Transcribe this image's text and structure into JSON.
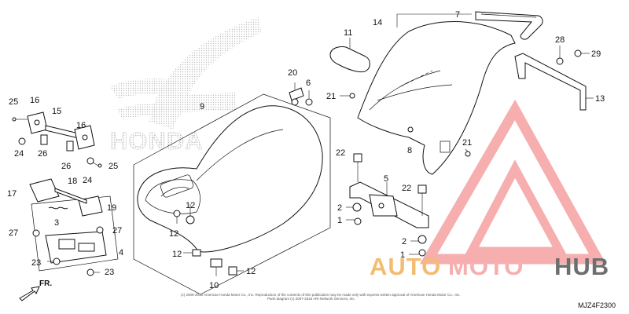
{
  "diagram": {
    "callouts": [
      {
        "id": "c25a",
        "label": "25"
      },
      {
        "id": "c16a",
        "label": "16"
      },
      {
        "id": "c15",
        "label": "15"
      },
      {
        "id": "c16b",
        "label": "16"
      },
      {
        "id": "c24a",
        "label": "24"
      },
      {
        "id": "c26a",
        "label": "26"
      },
      {
        "id": "c26b",
        "label": "26"
      },
      {
        "id": "c24b",
        "label": "24"
      },
      {
        "id": "c25b",
        "label": "25"
      },
      {
        "id": "c9",
        "label": "9"
      },
      {
        "id": "c17",
        "label": "17"
      },
      {
        "id": "c18",
        "label": "18"
      },
      {
        "id": "c19",
        "label": "19"
      },
      {
        "id": "c3",
        "label": "3"
      },
      {
        "id": "c27a",
        "label": "27"
      },
      {
        "id": "c27b",
        "label": "27"
      },
      {
        "id": "c4",
        "label": "4"
      },
      {
        "id": "c23a",
        "label": "23"
      },
      {
        "id": "c23b",
        "label": "23"
      },
      {
        "id": "c12a",
        "label": "12"
      },
      {
        "id": "c12b",
        "label": "12"
      },
      {
        "id": "c12c",
        "label": "12"
      },
      {
        "id": "c12d",
        "label": "12"
      },
      {
        "id": "c10",
        "label": "10"
      },
      {
        "id": "c20",
        "label": "20"
      },
      {
        "id": "c6",
        "label": "6"
      },
      {
        "id": "c11",
        "label": "11"
      },
      {
        "id": "c14",
        "label": "14"
      },
      {
        "id": "c7",
        "label": "7"
      },
      {
        "id": "c21a",
        "label": "21"
      },
      {
        "id": "c21b",
        "label": "21"
      },
      {
        "id": "c8",
        "label": "8"
      },
      {
        "id": "c28",
        "label": "28"
      },
      {
        "id": "c29",
        "label": "29"
      },
      {
        "id": "c13",
        "label": "13"
      },
      {
        "id": "c22a",
        "label": "22"
      },
      {
        "id": "c22b",
        "label": "22"
      },
      {
        "id": "c5",
        "label": "5"
      },
      {
        "id": "c2a",
        "label": "2"
      },
      {
        "id": "c1a",
        "label": "1"
      },
      {
        "id": "c2b",
        "label": "2"
      },
      {
        "id": "c1b",
        "label": "1"
      }
    ],
    "front_indicator": "FR.",
    "diagram_code": "MJZ4F2300",
    "copyright_line1": "(c) 2009-2015 American Honda Motor Co., Inc. Reproduction of the contents of this publication may be made only with express written approval of American Honda Motor Co., Inc.",
    "copyright_line2": "Parts diagram (c) 2007-2015 ARI Network Services, Inc."
  },
  "watermark": {
    "brand_part1": "AUTO",
    "brand_part2": "MOTO",
    "brand_part3": "HUB",
    "color_primary": "#f5a0a0",
    "color_accent": "#f0b25a",
    "color_dark": "#555555"
  },
  "background_logo": {
    "text": "HONDA",
    "color": "#c8c8c8"
  }
}
